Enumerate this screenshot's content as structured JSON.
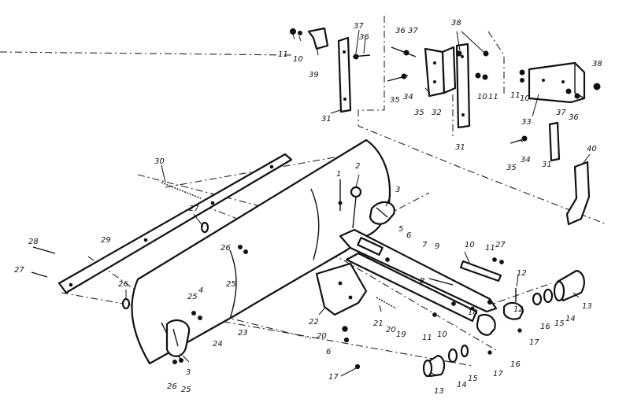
{
  "callouts": [
    {
      "id": "c11a",
      "text": "11"
    },
    {
      "id": "c10a",
      "text": "10"
    },
    {
      "id": "c39",
      "text": "39"
    },
    {
      "id": "c37a",
      "text": "37"
    },
    {
      "id": "c36a",
      "text": "36"
    },
    {
      "id": "c31a",
      "text": "31"
    },
    {
      "id": "c36b",
      "text": "36"
    },
    {
      "id": "c37b",
      "text": "37"
    },
    {
      "id": "c38a",
      "text": "38"
    },
    {
      "id": "c35a",
      "text": "35"
    },
    {
      "id": "c34a",
      "text": "34"
    },
    {
      "id": "c35b",
      "text": "35"
    },
    {
      "id": "c32",
      "text": "32"
    },
    {
      "id": "c10b",
      "text": "10"
    },
    {
      "id": "c11b",
      "text": "11"
    },
    {
      "id": "c31b",
      "text": "31"
    },
    {
      "id": "c11c",
      "text": "11"
    },
    {
      "id": "c10c",
      "text": "10"
    },
    {
      "id": "c38b",
      "text": "38"
    },
    {
      "id": "c33",
      "text": "33"
    },
    {
      "id": "c37c",
      "text": "37"
    },
    {
      "id": "c36c",
      "text": "36"
    },
    {
      "id": "c35c",
      "text": "35"
    },
    {
      "id": "c34b",
      "text": "34"
    },
    {
      "id": "c31c",
      "text": "31"
    },
    {
      "id": "c40",
      "text": "40"
    },
    {
      "id": "c30",
      "text": "30"
    },
    {
      "id": "c1",
      "text": "1"
    },
    {
      "id": "c2",
      "text": "2"
    },
    {
      "id": "c3a",
      "text": "3"
    },
    {
      "id": "c27a",
      "text": "27"
    },
    {
      "id": "c28",
      "text": "28"
    },
    {
      "id": "c29",
      "text": "29"
    },
    {
      "id": "c27b",
      "text": "27"
    },
    {
      "id": "c26a",
      "text": "26"
    },
    {
      "id": "c25a",
      "text": "25"
    },
    {
      "id": "c4",
      "text": "4"
    },
    {
      "id": "c5",
      "text": "5"
    },
    {
      "id": "c6a",
      "text": "6"
    },
    {
      "id": "c7",
      "text": "7"
    },
    {
      "id": "c9",
      "text": "9"
    },
    {
      "id": "c10d",
      "text": "10"
    },
    {
      "id": "c11d",
      "text": "11"
    },
    {
      "id": "c27c",
      "text": "27"
    },
    {
      "id": "c26b",
      "text": "26"
    },
    {
      "id": "c25b",
      "text": "25"
    },
    {
      "id": "c8",
      "text": "8"
    },
    {
      "id": "c12a",
      "text": "12"
    },
    {
      "id": "c13a",
      "text": "13"
    },
    {
      "id": "c14a",
      "text": "14"
    },
    {
      "id": "c15a",
      "text": "15"
    },
    {
      "id": "c22",
      "text": "22"
    },
    {
      "id": "c21",
      "text": "21"
    },
    {
      "id": "c20a",
      "text": "20"
    },
    {
      "id": "c19",
      "text": "19"
    },
    {
      "id": "c18",
      "text": "18"
    },
    {
      "id": "c12b",
      "text": "12"
    },
    {
      "id": "c16a",
      "text": "16"
    },
    {
      "id": "c17a",
      "text": "17"
    },
    {
      "id": "c23",
      "text": "23"
    },
    {
      "id": "c24",
      "text": "24"
    },
    {
      "id": "c20b",
      "text": "20"
    },
    {
      "id": "c6b",
      "text": "6"
    },
    {
      "id": "c11e",
      "text": "11"
    },
    {
      "id": "c10e",
      "text": "10"
    },
    {
      "id": "c16b",
      "text": "16"
    },
    {
      "id": "c17b",
      "text": "17"
    },
    {
      "id": "c3b",
      "text": "3"
    },
    {
      "id": "c26c",
      "text": "26"
    },
    {
      "id": "c25c",
      "text": "25"
    },
    {
      "id": "c17c",
      "text": "17"
    },
    {
      "id": "c13b",
      "text": "13"
    },
    {
      "id": "c14b",
      "text": "14"
    },
    {
      "id": "c15b",
      "text": "15"
    }
  ]
}
